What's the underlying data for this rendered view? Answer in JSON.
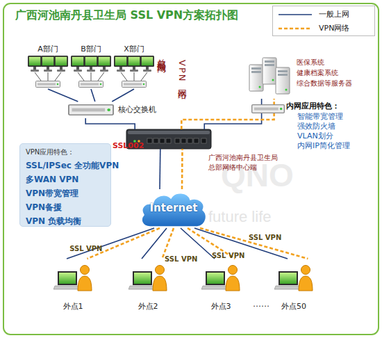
{
  "diagram": {
    "title": "广西河池南丹县卫生局 SSL VPN方案拓扑图",
    "nodes": [
      {
        "text": [
          "A部门"
        ]
      },
      {
        "text": [
          "B部门"
        ]
      },
      {
        "text": [
          "X部门"
        ]
      },
      {
        "text": [
          "核心交换机"
        ]
      },
      {
        "text": [
          "医保系统 健康档案系统 综合数据等服务器"
        ]
      },
      {
        "text": [
          "SSL002",
          "广西河池南丹县卫生局 总部网络中心端"
        ]
      },
      {
        "text": [
          "VPN应用特色：",
          "SSL/IPSec 全功能VPN",
          "多WAN VPN",
          "VPN带宽管理",
          "VPN备援",
          "VPN 负载均衡"
        ]
      },
      {
        "text": [
          "Internet"
        ]
      },
      {
        "text": [
          "外点1"
        ]
      },
      {
        "text": [
          "外点2"
        ]
      },
      {
        "text": [
          "外点3"
        ]
      },
      {
        "text": [
          "外点50"
        ]
      }
    ],
    "edges": [
      {
        "from": 0,
        "to": 3,
        "arrow": "none"
      },
      {
        "from": 1,
        "to": 3,
        "arrow": "none"
      },
      {
        "from": 2,
        "to": 3,
        "arrow": "none"
      },
      {
        "from": 3,
        "to": 5,
        "arrow": "none"
      },
      {
        "from": 4,
        "to": 5,
        "arrow": "none"
      },
      {
        "from": 5,
        "to": 4,
        "arrow": "none"
      },
      {
        "from": 5,
        "to": 7,
        "arrow": "none"
      },
      {
        "from": 7,
        "to": 5,
        "arrow": "none"
      },
      {
        "from": 7,
        "to": 8,
        "arrow": "none"
      },
      {
        "from": 7,
        "to": 9,
        "arrow": "none"
      },
      {
        "from": 7,
        "to": 10,
        "arrow": "none"
      },
      {
        "from": 7,
        "to": 11,
        "arrow": "none"
      },
      {
        "from": 7,
        "to": 8,
        "label": "SSL VPN",
        "arrow": "none"
      },
      {
        "from": 7,
        "to": 9,
        "label": "SSL VPN",
        "arrow": "none"
      },
      {
        "from": 7,
        "to": 10,
        "label": "SSL VPN",
        "arrow": "none"
      },
      {
        "from": 7,
        "to": 11,
        "label": "SSL VPN",
        "arrow": "none"
      }
    ],
    "labels": [
      "总部局域网",
      "VPN网络",
      "内网应用特色：",
      "智能带宽管理",
      "强效防火墙",
      "VLAN划分",
      "内网IP简化管理",
      "……",
      "QNO",
      "future life"
    ],
    "legend": [
      {
        "text": "一般上网"
      },
      {
        "text": "VPN网络"
      }
    ]
  }
}
